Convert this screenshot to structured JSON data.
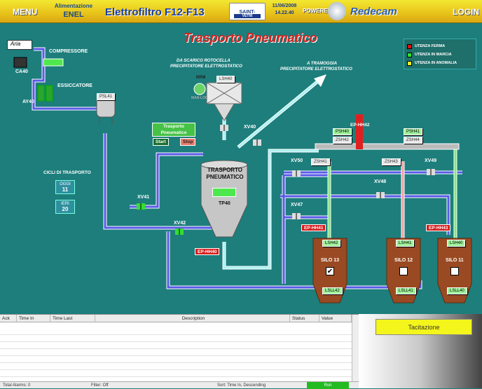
{
  "header": {
    "menu": "MENU",
    "alim_label": "Alimentazione",
    "alim_value": "ENEL",
    "title": "Elettrofiltro F12-F13",
    "sg_name": "SAINT-GOBAIN",
    "sg_sub": "VETRI",
    "date": "11/06/2008",
    "time": "14.22.40",
    "powered": "POWERED by",
    "brand": "Redecam",
    "login": "LOGIN"
  },
  "page_title": "Trasporto Pneumatico",
  "legend": [
    {
      "label": "UTENZA FERMA",
      "color": "#e01010"
    },
    {
      "label": "UTENZA IN MARCIA",
      "color": "#30e030"
    },
    {
      "label": "UTENZA IN ANOMALIA",
      "color": "#f0f020"
    }
  ],
  "aria": "Aria",
  "labels": {
    "compressore": "COMPRESSORE",
    "ca40": "CA40",
    "essiccatore": "ESSICCATORE",
    "ay40": "AY40",
    "da_scarico": "DA SCARICO ROTOCELLA",
    "da_scarico2": "PRECIPITATORE ELETTROSTATICO",
    "tramoggia": "A TRAMOGGIA",
    "tramoggia2": "PRECIPITATORE ELETTROSTATICO",
    "rpm": "RPM",
    "man_loc": "MAN-LOC",
    "trasporto": "TRASPORTO",
    "pneumatico": "PNEUMATICO",
    "tp40": "TP40",
    "cicli": "CICLI DI TRASPORTO",
    "oggi": "OGGI",
    "ieri": "IERI"
  },
  "cycles": {
    "oggi": "11",
    "ieri": "20"
  },
  "control": {
    "title1": "Trasporto",
    "title2": "Pneumatico",
    "start": "Start",
    "stop": "Stop"
  },
  "tags": {
    "psl41": "PSL41",
    "lsh40_top": "LSH40",
    "psh40": "PSH40",
    "zsh42": "ZSH42",
    "psh41": "PSH41",
    "zsh44": "ZSH44",
    "zsh41": "ZSH41",
    "zsh43": "ZSH43",
    "lsh42": "LSH42",
    "lsh41": "LSH41",
    "lsh40": "LSH40",
    "lsll42": "LSLL42",
    "lsll41": "LSLL41",
    "lsll40": "LSLL40"
  },
  "valves": {
    "xv40": "XV40",
    "xv41": "XV41",
    "xv42": "XV42",
    "xv50": "XV50",
    "xv47": "XV47",
    "xv48": "XV48",
    "xv49": "XV49"
  },
  "alarms": {
    "ephh42": "EP-HH42",
    "ephh41": "EP-HH41",
    "ephh43": "EP-HH43",
    "ephh40": "EP-HH40"
  },
  "silos": [
    {
      "name": "SILO 13",
      "checked": "✔"
    },
    {
      "name": "SILO 12",
      "checked": ""
    },
    {
      "name": "SILO 11",
      "checked": ""
    }
  ],
  "alarm_table": {
    "columns": [
      "Ack",
      "Time In",
      "Time Last",
      "Description",
      "Status",
      "Value"
    ]
  },
  "status_bar": {
    "total": "Total Alarms: 0",
    "filter": "Filter: Off",
    "sort": "Sort: Time In, Descending",
    "run": "Run"
  },
  "tacitazione": "Tacitazione"
}
